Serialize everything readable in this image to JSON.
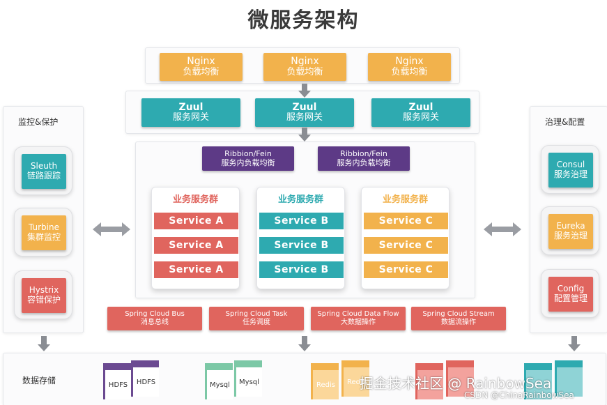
{
  "title": "微服务架构",
  "nginx": [
    {
      "name": "Nginx",
      "desc": "负载均衡"
    },
    {
      "name": "Nginx",
      "desc": "负载均衡"
    },
    {
      "name": "Nginx",
      "desc": "负载均衡"
    }
  ],
  "zuul": [
    {
      "name": "Zuul",
      "desc": "服务网关"
    },
    {
      "name": "Zuul",
      "desc": "服务网关"
    },
    {
      "name": "Zuul",
      "desc": "服务网关"
    }
  ],
  "ribbon": [
    {
      "name": "Ribbion/Fein",
      "desc": "服务内负载均衡"
    },
    {
      "name": "Ribbion/Fein",
      "desc": "服务内负载均衡"
    }
  ],
  "monitor": {
    "label": "监控&保护",
    "items": [
      {
        "name": "Sleuth",
        "desc": "链路跟踪"
      },
      {
        "name": "Turbine",
        "desc": "集群监控"
      },
      {
        "name": "Hystrix",
        "desc": "容错保护"
      }
    ]
  },
  "governance": {
    "label": "治理&配置",
    "items": [
      {
        "name": "Consul",
        "desc": "服务治理"
      },
      {
        "name": "Eureka",
        "desc": "服务治理"
      },
      {
        "name": "Config",
        "desc": "配置管理"
      }
    ]
  },
  "clusters": [
    {
      "title": "业务服务群",
      "services": [
        "Service A",
        "Service A",
        "Service A"
      ]
    },
    {
      "title": "业务服务群",
      "services": [
        "Service B",
        "Service B",
        "Service B"
      ]
    },
    {
      "title": "业务服务群",
      "services": [
        "Service C",
        "Service C",
        "Service C"
      ]
    }
  ],
  "spring_cloud": [
    {
      "name": "Spring Cloud Bus",
      "desc": "消息总线"
    },
    {
      "name": "Spring Cloud Task",
      "desc": "任务调度"
    },
    {
      "name": "Spring Cloud Data Flow",
      "desc": "大数据操作"
    },
    {
      "name": "Spring Cloud Stream",
      "desc": "数据流操作"
    }
  ],
  "storage": {
    "label": "数据存储",
    "items": [
      "HDFS",
      "HDFS",
      "Mysql",
      "Mysql",
      "Redis",
      "Redis"
    ]
  },
  "watermark": {
    "main": "掘金技术社区 @ RainbowSea",
    "csdn": "CSDN @ChinaRainbowSea"
  },
  "colors": {
    "orange": "#f2b24c",
    "teal": "#2eaab0",
    "purple": "#5d3a86",
    "red": "#e0655e",
    "arrow": "#8a8d93"
  },
  "icons": [
    "arrow-down-icon",
    "double-arrow-icon",
    "storage-cube-icon"
  ]
}
